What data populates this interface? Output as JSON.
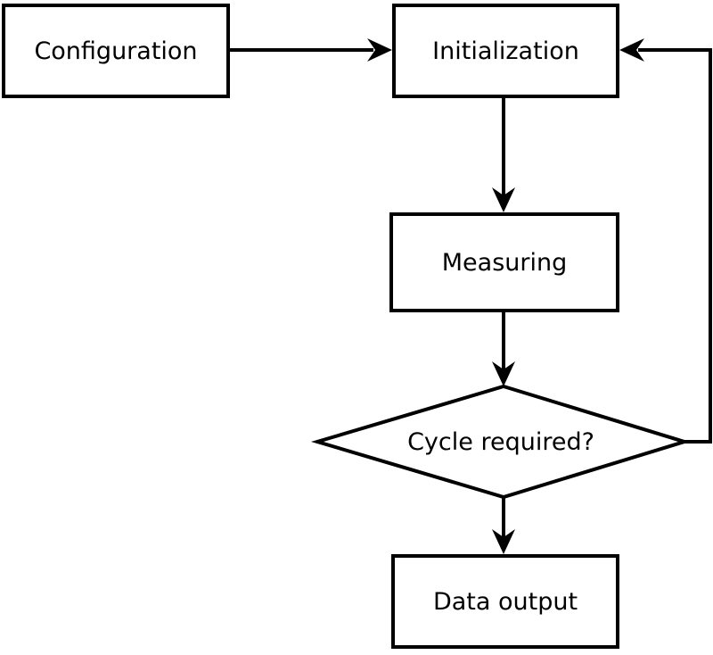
{
  "colors": {
    "stroke": "#000000",
    "node_fill": "#ffffff",
    "text": "#000000",
    "background": "#ffffff"
  },
  "nodes": {
    "configuration": {
      "label": "Configuration",
      "shape": "rectangle"
    },
    "initialization": {
      "label": "Initialization",
      "shape": "rectangle"
    },
    "measuring": {
      "label": "Measuring",
      "shape": "rectangle"
    },
    "cycle_required": {
      "label": "Cycle required?",
      "shape": "diamond"
    },
    "data_output": {
      "label": "Data output",
      "shape": "rectangle"
    }
  },
  "edges": [
    {
      "from": "configuration",
      "to": "initialization"
    },
    {
      "from": "initialization",
      "to": "measuring"
    },
    {
      "from": "measuring",
      "to": "cycle_required"
    },
    {
      "from": "cycle_required",
      "to": "data_output"
    },
    {
      "from": "cycle_required",
      "to": "initialization"
    }
  ]
}
